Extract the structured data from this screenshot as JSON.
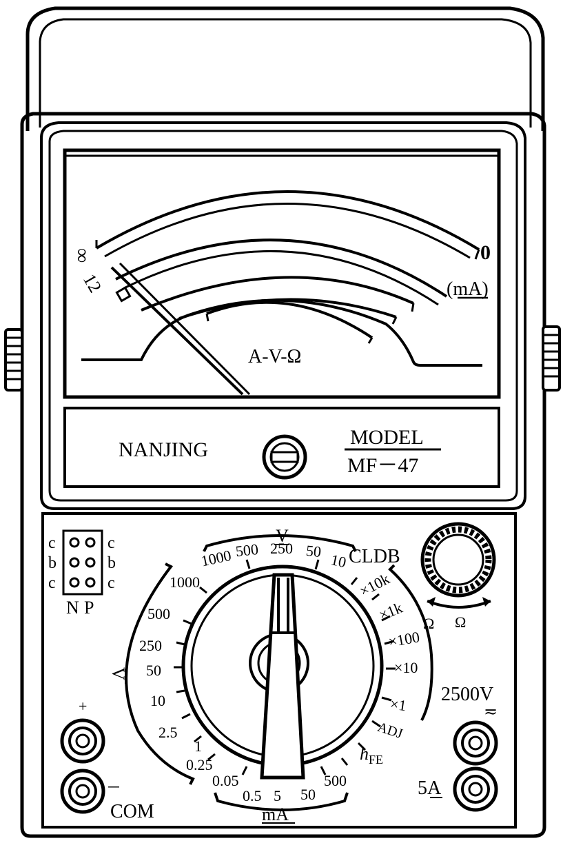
{
  "meter": {
    "scale_left": "∞",
    "scale_left_sub": "12",
    "scale_right": "0",
    "scale_ma": "(mA)",
    "dial_label": "A-V-Ω"
  },
  "nameplate": {
    "maker": "NANJING",
    "model_label": "MODEL",
    "model_number": "MF－47"
  },
  "transistor_socket": {
    "left_pins": [
      "c",
      "b",
      "c"
    ],
    "right_pins": [
      "c",
      "b",
      "c"
    ],
    "n_label": "N",
    "p_label": "P"
  },
  "selector": {
    "acv_mark": "V",
    "acv_ranges": [
      "1000",
      "500",
      "250",
      "50",
      "10"
    ],
    "cldb": "CLDB",
    "ohm_ranges": [
      "×10k",
      "×1k",
      "×100",
      "×10",
      "×1"
    ],
    "ohm_symbol": "Ω",
    "adj": "ADJ",
    "hfe": "h",
    "hfe_sub": "FE",
    "dcv_mark": "V",
    "dcv_ranges": [
      "1000",
      "500",
      "250",
      "50",
      "10",
      "2.5",
      "1",
      "0.25"
    ],
    "ma_ranges": [
      "0.05",
      "0.5",
      "5",
      "50",
      "500"
    ],
    "ma_label": "mA"
  },
  "terminals": {
    "plus": "+",
    "minus": "－",
    "com": "COM",
    "hv": "2500V",
    "hv_symbol": "≂",
    "amp": "5A"
  },
  "ohm_adjust": {
    "label": "Ω"
  }
}
